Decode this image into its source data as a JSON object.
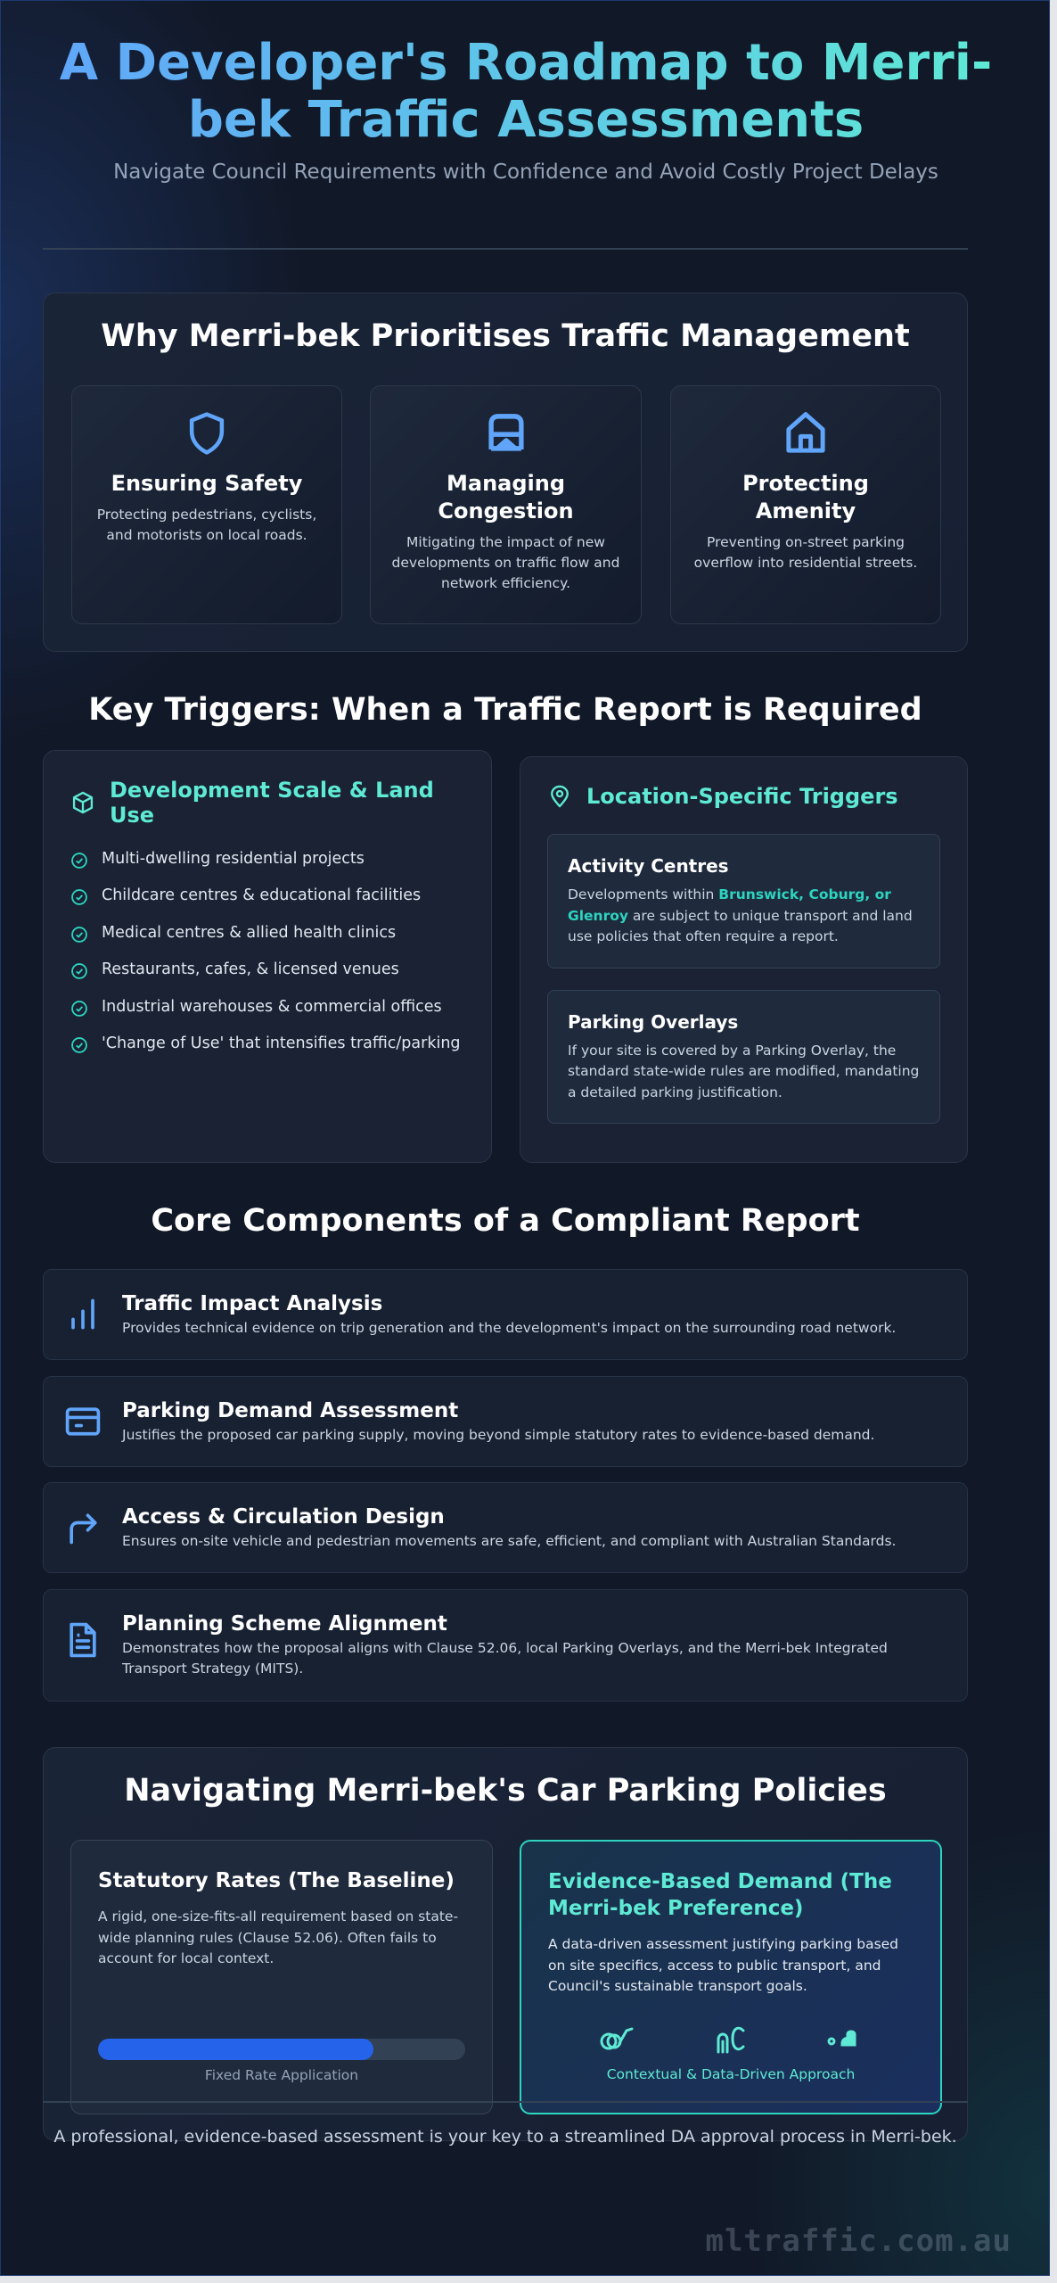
{
  "header": {
    "title": "A Developer's Roadmap to Merri-bek Traffic Assessments",
    "subtitle": "Navigate Council Requirements with Confidence and Avoid Costly Project Delays"
  },
  "why": {
    "heading": "Why Merri-bek Prioritises Traffic Management",
    "cards": [
      {
        "icon": "shield-icon",
        "title": "Ensuring Safety",
        "text": "Protecting pedestrians, cyclists, and motorists on local roads."
      },
      {
        "icon": "bus-icon",
        "title": "Managing Congestion",
        "text": "Mitigating the impact of new developments on traffic flow and network efficiency."
      },
      {
        "icon": "house-icon",
        "title": "Protecting Amenity",
        "text": "Preventing on-street parking overflow into residential streets."
      }
    ]
  },
  "triggers": {
    "heading": "Key Triggers: When a Traffic Report is Required",
    "scale": {
      "icon": "cube-icon",
      "title": "Development Scale & Land Use",
      "items": [
        "Multi-dwelling residential projects",
        "Childcare centres & educational facilities",
        "Medical centres & allied health clinics",
        "Restaurants, cafes, & licensed venues",
        "Industrial warehouses & commercial offices",
        "'Change of Use' that intensifies traffic/parking"
      ]
    },
    "location": {
      "icon": "map-pin-icon",
      "title": "Location-Specific Triggers",
      "boxes": [
        {
          "title": "Activity Centres",
          "text_before": "Developments within ",
          "highlight": "Brunswick, Coburg, or Glenroy",
          "text_after": " are subject to unique transport and land use policies that often require a report."
        },
        {
          "title": "Parking Overlays",
          "text": "If your site is covered by a Parking Overlay, the standard state-wide rules are modified, mandating a detailed parking justification."
        }
      ]
    }
  },
  "components": {
    "heading": "Core Components of a Compliant Report",
    "items": [
      {
        "icon": "bar-chart-icon",
        "title": "Traffic Impact Analysis",
        "text": "Provides technical evidence on trip generation and the development's impact on the surrounding road network."
      },
      {
        "icon": "parking-card-icon",
        "title": "Parking Demand Assessment",
        "text": "Justifies the proposed car parking supply, moving beyond simple statutory rates to evidence-based demand."
      },
      {
        "icon": "turn-right-arrow-icon",
        "title": "Access & Circulation Design",
        "text": "Ensures on-site vehicle and pedestrian movements are safe, efficient, and compliant with Australian Standards."
      },
      {
        "icon": "document-icon",
        "title": "Planning Scheme Alignment",
        "text": "Demonstrates how the proposal aligns with Clause 52.06, local Parking Overlays, and the Merri-bek Integrated Transport Strategy (MITS)."
      }
    ]
  },
  "parking": {
    "heading": "Navigating Merri-bek's Car Parking Policies",
    "statutory": {
      "title": "Statutory Rates (The Baseline)",
      "text": "A rigid, one-size-fits-all requirement based on state-wide planning rules (Clause 52.06). Often fails to account for local context.",
      "bar_percent": 75,
      "bar_label": "Fixed Rate Application"
    },
    "evidence": {
      "title": "Evidence-Based Demand (The Merri-bek Preference)",
      "text": "A data-driven assessment justifying parking based on site specifics, access to public transport, and Council's sustainable transport goals.",
      "icons": [
        "bicycle-icon",
        "walking-icon",
        "transit-icon"
      ],
      "caption": "Contextual & Data-Driven Approach"
    }
  },
  "footer": {
    "text": "A professional, evidence-based assessment is your key to a streamlined DA approval process in Merri-bek.",
    "watermark": "mltraffic.com.au"
  },
  "colors": {
    "background": "#111827",
    "accent_blue": "#60a5fa",
    "accent_teal": "#5eead4",
    "bar_fill": "#2563eb"
  }
}
